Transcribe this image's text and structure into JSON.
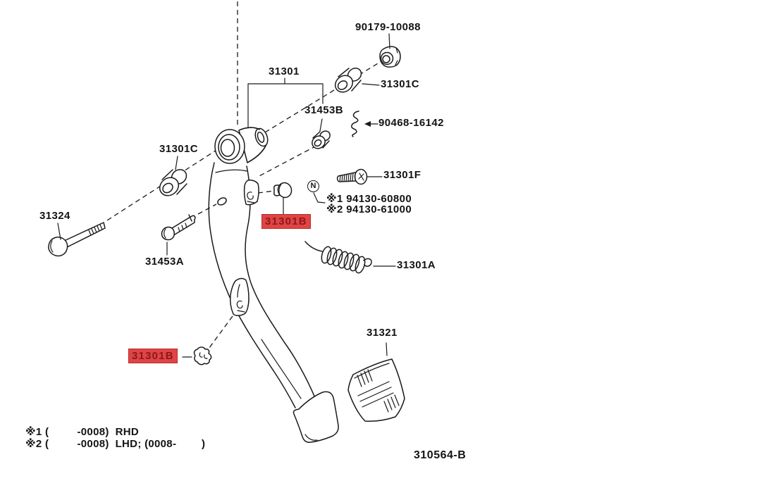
{
  "colors": {
    "background": "#ffffff",
    "line": "#1a1a1a",
    "highlight_background": "#e04444",
    "highlight_text": "#8d181d"
  },
  "labels": [
    {
      "text": "90179-10088",
      "highlight": false
    },
    {
      "text": "31301C",
      "highlight": false
    },
    {
      "text": "31301",
      "highlight": false
    },
    {
      "text": "31453B",
      "highlight": false
    },
    {
      "text": "90468-16142",
      "highlight": false
    },
    {
      "text": "31301C",
      "highlight": false
    },
    {
      "text": "31301F",
      "highlight": false
    },
    {
      "text": "※1 94130-60800",
      "highlight": false
    },
    {
      "text": "※2 94130-61000",
      "highlight": false
    },
    {
      "text": "31324",
      "highlight": false
    },
    {
      "text": "31301B",
      "highlight": true
    },
    {
      "text": "31453A",
      "highlight": false
    },
    {
      "text": "31301A",
      "highlight": false
    },
    {
      "text": "31301B",
      "highlight": true
    },
    {
      "text": "31321",
      "highlight": false
    }
  ],
  "note_symbol": "N",
  "footnotes": [
    "※1 (         -0008)  RHD",
    "※2 (         -0008)  LHD; (0008-        )"
  ],
  "diagram_code": "310564-B"
}
